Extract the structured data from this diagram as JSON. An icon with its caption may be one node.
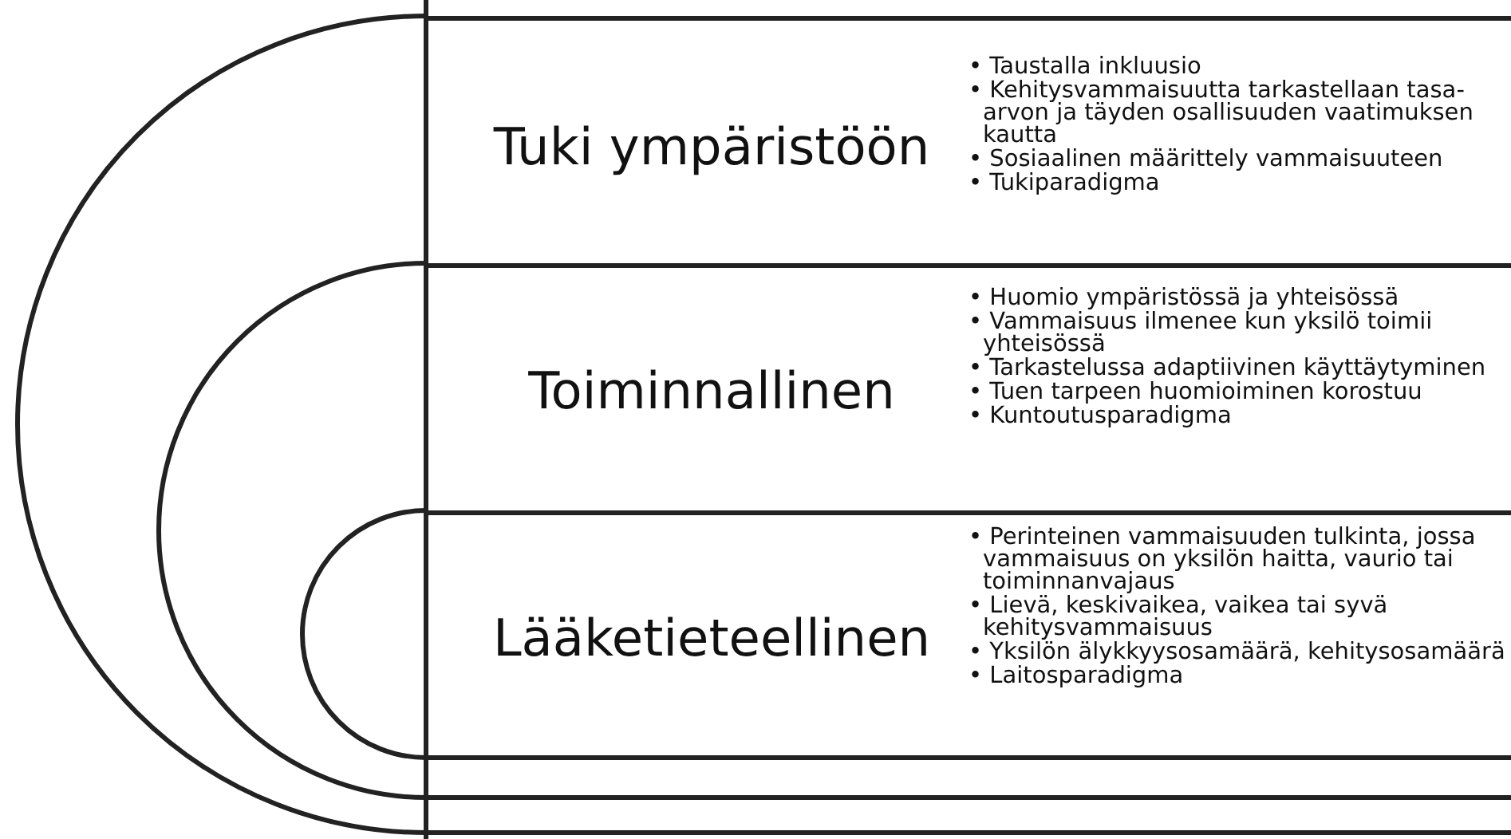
{
  "diagram": {
    "nodes": [
      {
        "text": [
          "Tuki ympäristöön",
          "• Taustalla inkluusio",
          "• Kehitysvammaisuutta tarkastellaan tasa-arvon ja täyden osallisuuden vaatimuksen kautta",
          "• Sosiaalinen määrittely vammaisuuteen",
          "• Tukiparadigma"
        ]
      },
      {
        "text": [
          "Toiminnallinen",
          "• Huomio ympäristössä ja yhteisössä",
          "• Vammaisuus ilmenee kun yksilö toimii yhteisössä",
          "• Tarkastelussa adaptiivinen käyttäytyminen",
          "• Tuen tarpeen huomioiminen korostuu",
          "• Kuntoutusparadigma"
        ]
      },
      {
        "text": [
          "Lääketieteellinen",
          "• Perinteinen vammaisuuden tulkinta, jossa vammaisuus on yksilön haitta, vaurio tai toiminnanvajaus",
          "• Lievä, keskivaikea, vaikea tai syvä kehitysvammaisuus",
          "• Yksilön älykkyysosamäärä, kehitysosamäärä",
          "• Laitosparadigma"
        ]
      }
    ]
  }
}
